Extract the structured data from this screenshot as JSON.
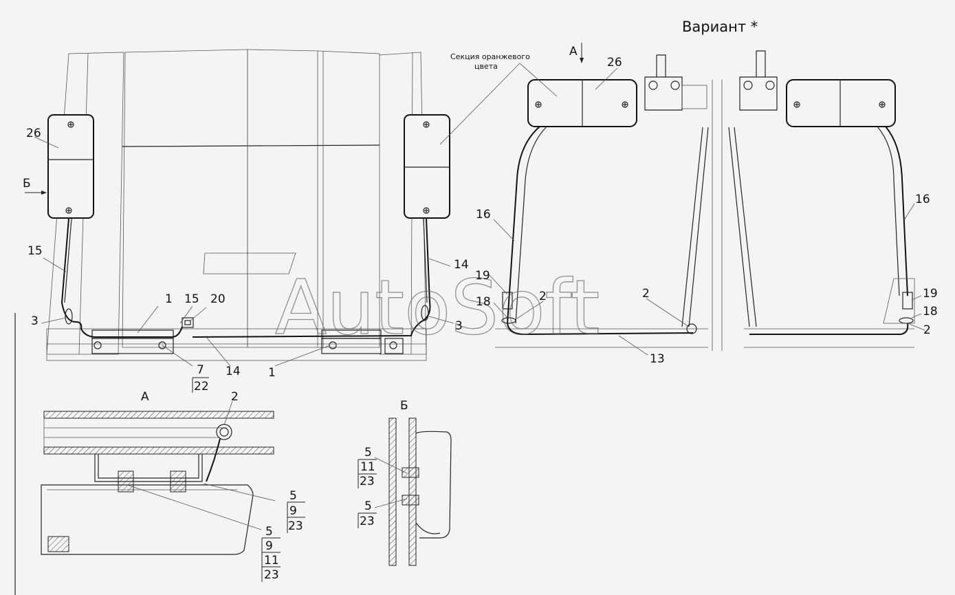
{
  "variant_title": "Вариант *",
  "orange_section_note": [
    "Секция оранжевого",
    "цвета"
  ],
  "watermark": "AutoSoft",
  "view_labels": {
    "a_main": "А",
    "b_main": "Б",
    "a_detail": "А",
    "b_detail": "Б"
  },
  "callouts_main": [
    "26",
    "15",
    "3",
    "1",
    "15",
    "20",
    "7",
    "22",
    "14",
    "1",
    "14",
    "3"
  ],
  "callouts_variant": [
    "26",
    "16",
    "19",
    "18",
    "2",
    "2",
    "13",
    "16",
    "19",
    "18",
    "2"
  ],
  "callouts_detail_a": [
    "2",
    "5",
    "9",
    "23",
    "5",
    "9",
    "11",
    "23"
  ],
  "callouts_detail_b": [
    "5",
    "11",
    "23",
    "5",
    "23"
  ]
}
